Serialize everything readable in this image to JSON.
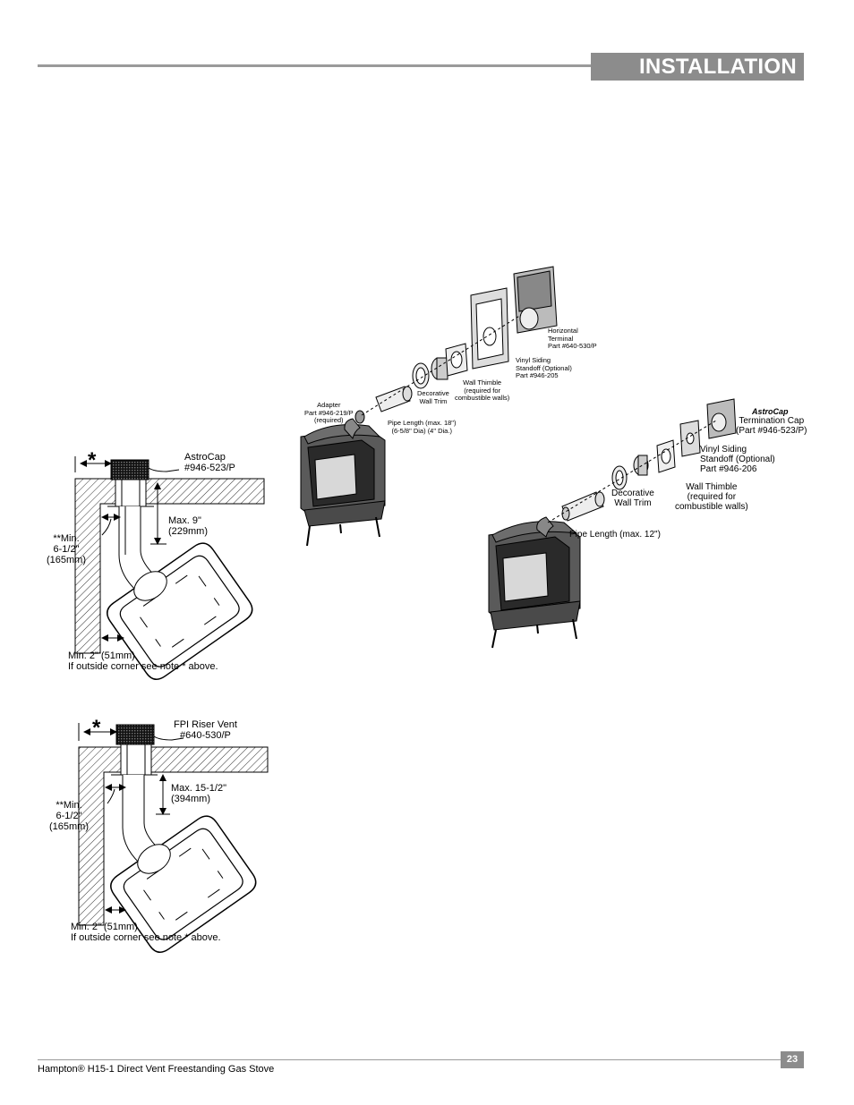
{
  "header": {
    "title": "INSTALLATION"
  },
  "figure_top_left": {
    "cap_label": "AstroCap\n#946-523/P",
    "star": "*",
    "max_label": "Max. 9\"\n(229mm)",
    "min_side_label": "**Min.\n6-1/2\"\n(165mm)",
    "min_bottom_label": "Min. 2\" (51mm)",
    "note": "If outside corner see note * above."
  },
  "figure_bottom_left": {
    "cap_label": "FPI Riser Vent\n#640-530/P",
    "star": "*",
    "max_label": "Max. 15-1/2\"\n(394mm)",
    "min_side_label": "**Min.\n6-1/2\"\n(165mm)",
    "min_bottom_label": "Min. 2\" (51mm)",
    "note": "If outside corner see note * above."
  },
  "figure_exploded_1": {
    "terminal": "Horizontal\nTerminal\nPart #640-530/P",
    "standoff": "Vinyl Siding\nStandoff (Optional)\nPart #946-205",
    "thimble": "Wall Thimble\n(required for\ncombustible walls)",
    "trim": "Decorative\nWall Trim",
    "adapter": "Adapter\nPart #946-219/P\n(required)",
    "pipe": "Pipe Length (max. 18\")\n(6-5/8\" Dia) (4\" Dia.)"
  },
  "figure_exploded_2": {
    "cap_brand": "AstroCap",
    "cap": "Termination Cap\n(Part #946-523/P)",
    "standoff": "Vinyl Siding\nStandoff (Optional)\nPart #946-206",
    "thimble": "Wall Thimble\n(required for\ncombustible walls)",
    "trim": "Decorative\nWall Trim",
    "pipe": "Pipe Length (max. 12\")"
  },
  "footer": {
    "title": "Hampton® H15-1 Direct Vent Freestanding Gas Stove",
    "page": "23"
  }
}
